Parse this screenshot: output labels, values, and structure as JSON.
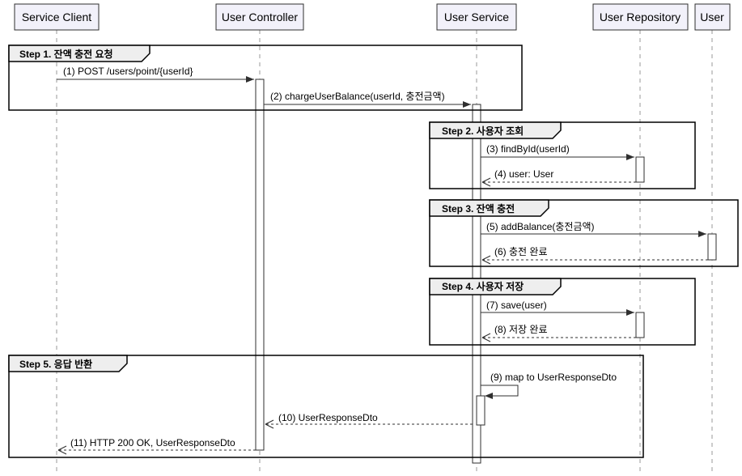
{
  "participants": [
    {
      "id": "client",
      "label": "Service Client"
    },
    {
      "id": "controller",
      "label": "User Controller"
    },
    {
      "id": "service",
      "label": "User Service"
    },
    {
      "id": "repository",
      "label": "User Repository"
    },
    {
      "id": "user",
      "label": "User"
    }
  ],
  "steps": [
    {
      "title": "Step 1. 잔액 충전 요청"
    },
    {
      "title": "Step 2. 사용자 조회"
    },
    {
      "title": "Step 3. 잔액 충전"
    },
    {
      "title": "Step 4. 사용자 저장"
    },
    {
      "title": "Step 5. 응답 반환"
    }
  ],
  "messages": [
    {
      "label": "(1) POST /users/point/{userId}",
      "from": "client",
      "to": "controller",
      "style": "solid"
    },
    {
      "label": "(2) chargeUserBalance(userId, 충전금액)",
      "from": "controller",
      "to": "service",
      "style": "solid"
    },
    {
      "label": "(3) findById(userId)",
      "from": "service",
      "to": "repository",
      "style": "solid"
    },
    {
      "label": "(4) user: User",
      "from": "repository",
      "to": "service",
      "style": "dashed"
    },
    {
      "label": "(5) addBalance(충전금액)",
      "from": "service",
      "to": "user",
      "style": "solid"
    },
    {
      "label": "(6) 충전 완료",
      "from": "user",
      "to": "service",
      "style": "dashed"
    },
    {
      "label": "(7) save(user)",
      "from": "service",
      "to": "repository",
      "style": "solid"
    },
    {
      "label": "(8) 저장 완료",
      "from": "repository",
      "to": "service",
      "style": "dashed"
    },
    {
      "label": "(9) map to UserResponseDto",
      "from": "service",
      "to": "service",
      "style": "self"
    },
    {
      "label": "(10) UserResponseDto",
      "from": "service",
      "to": "controller",
      "style": "dashed"
    },
    {
      "label": "(11) HTTP 200 OK, UserResponseDto",
      "from": "controller",
      "to": "client",
      "style": "dashed"
    }
  ]
}
